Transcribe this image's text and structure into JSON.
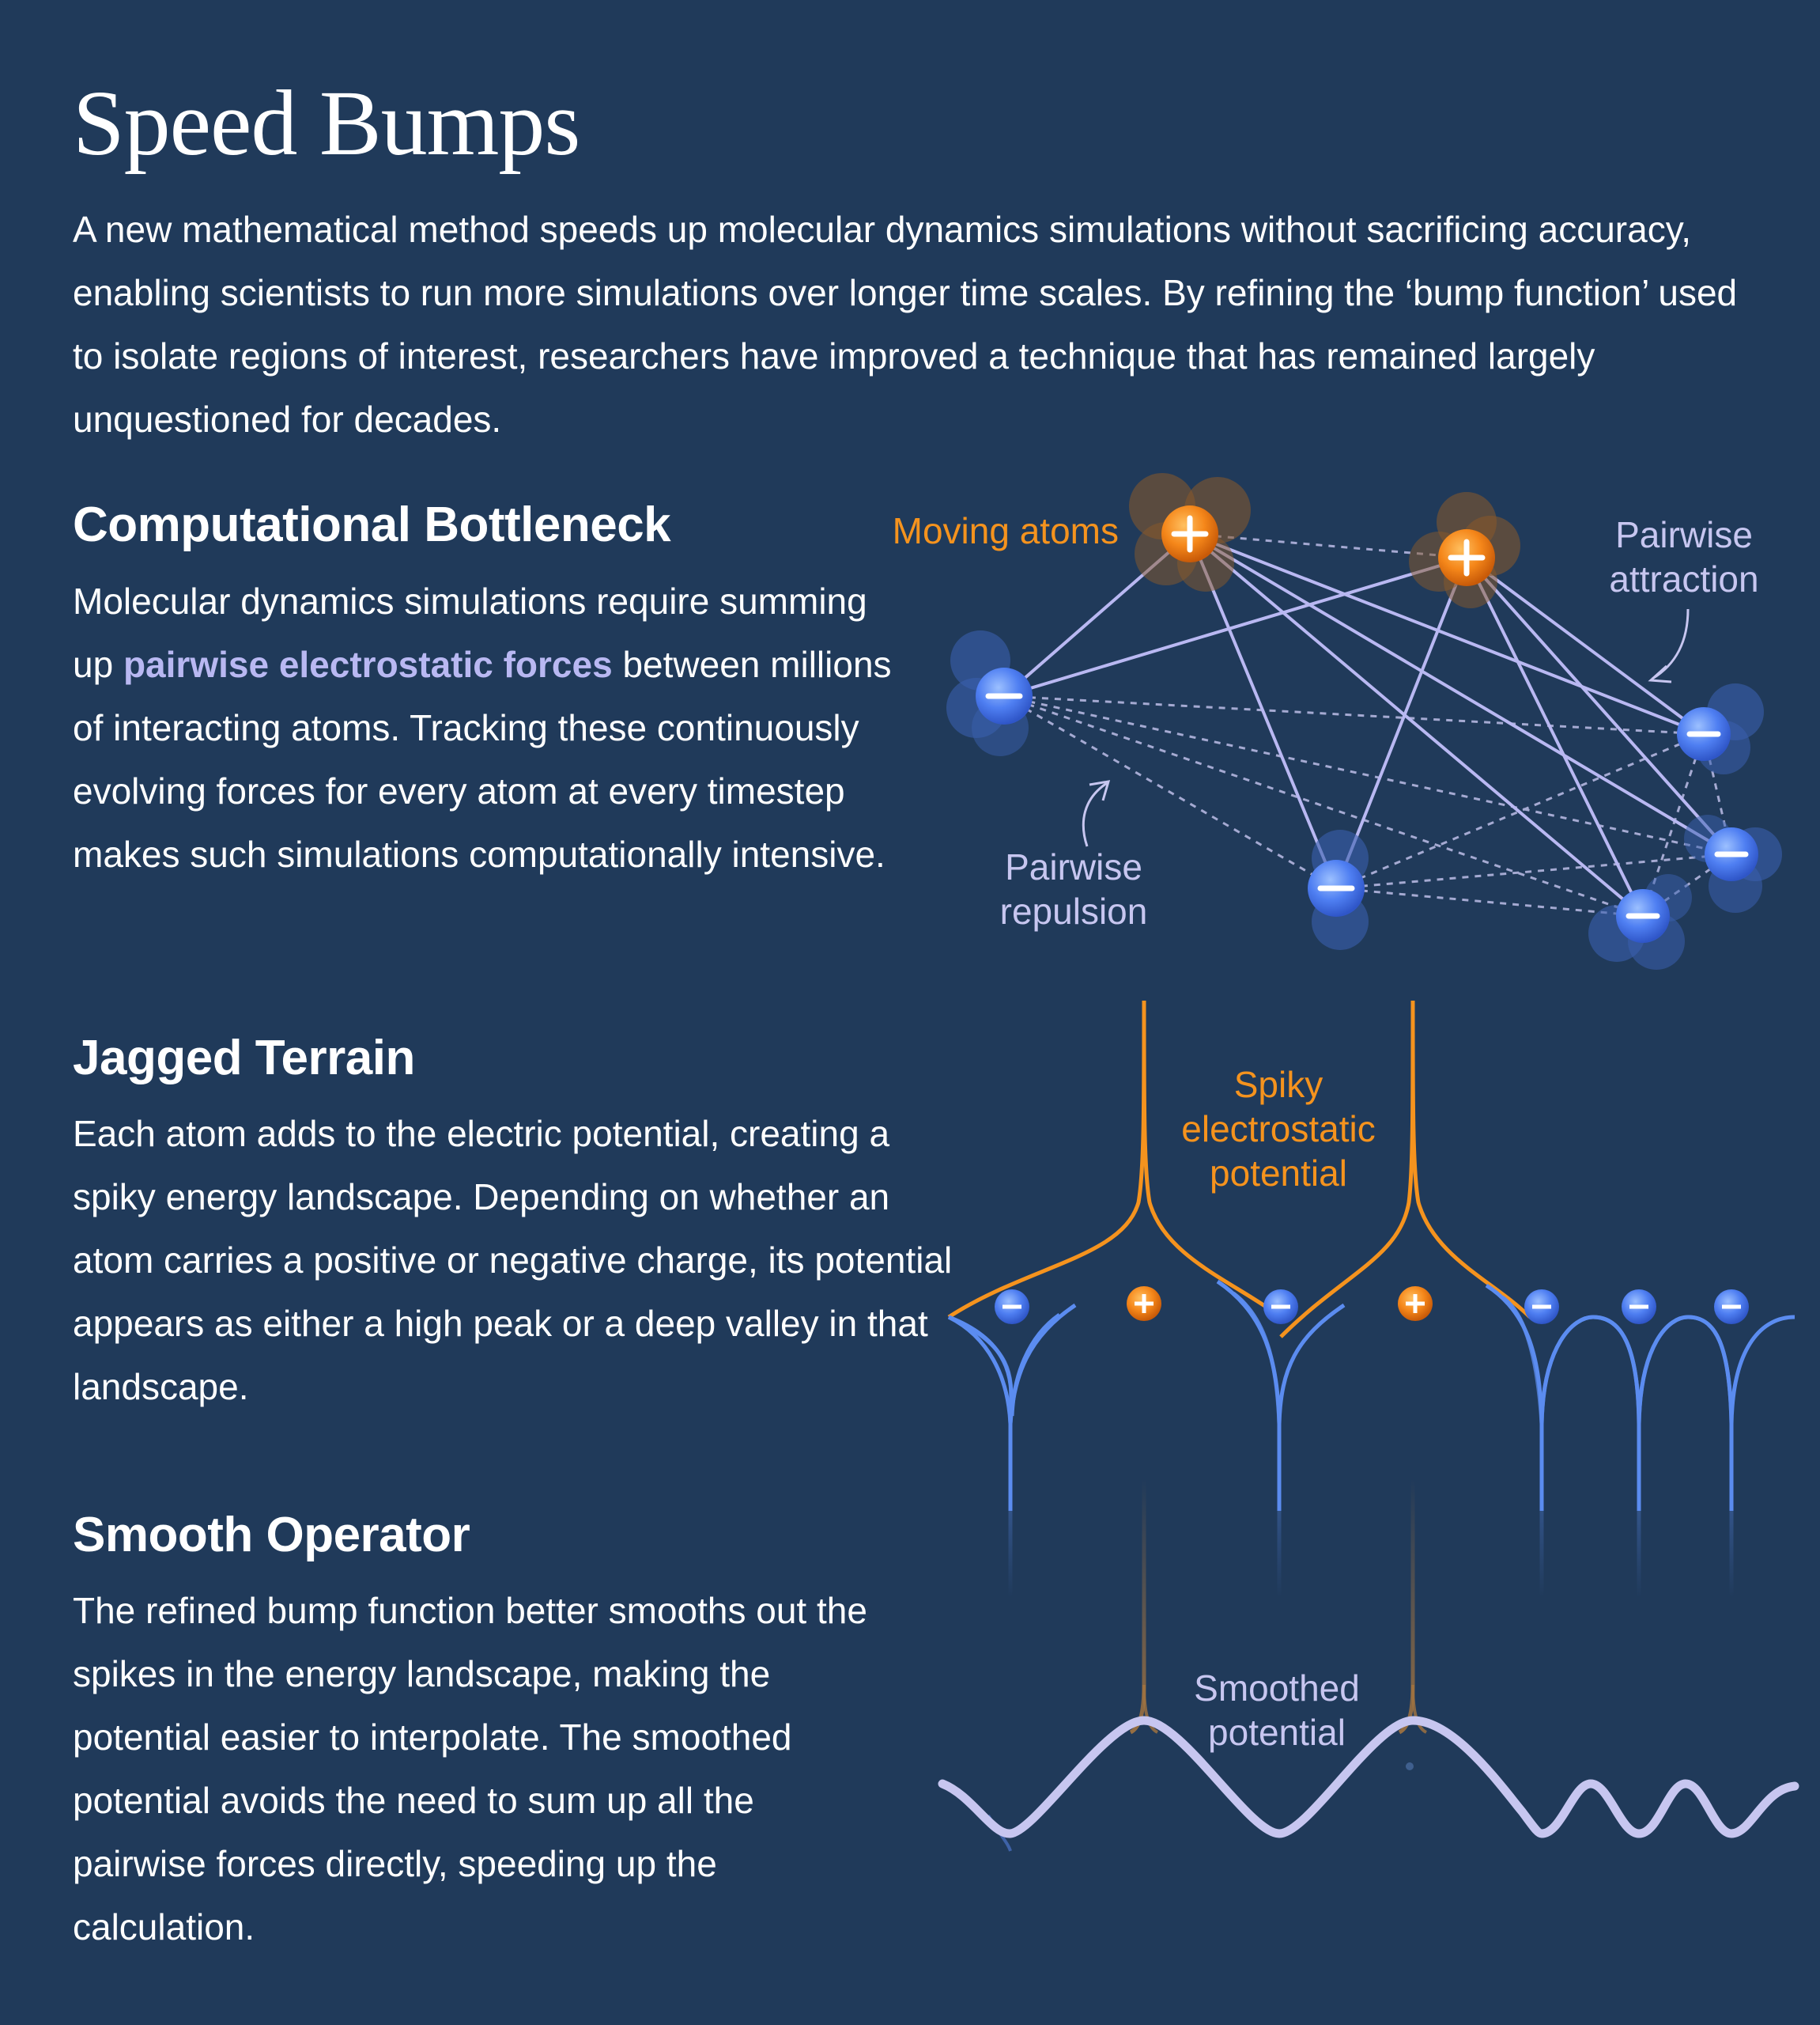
{
  "title": "Speed Bumps",
  "intro": "A new mathematical method speeds up molecular dynamics simulations without sacrificing accuracy, enabling scientists to run more simulations over longer time scales. By refining the ‘bump function’ used to isolate regions of interest, researchers have improved a technique that has remained largely unquestioned for decades.",
  "sections": [
    {
      "heading": "Computational Bottleneck",
      "text_before": "Molecular dynamics simulations require summing up ",
      "highlight": "pairwise electrostatic forces",
      "text_after": " between millions of interacting atoms. Tracking these continuously evolving forces for every atom at every timestep makes such simulations computationally intensive."
    },
    {
      "heading": "Jagged Terrain",
      "text": "Each atom adds to the electric potential, creating a spiky energy landscape. Depending on whether an atom carries a positive or negative charge, its potential appears as either a high peak or a deep valley in that landscape."
    },
    {
      "heading": "Smooth Operator",
      "text": "The refined bump function better smooths out the spikes in the energy landscape, making the potential easier to interpolate. The smoothed potential avoids the need to sum up all the pairwise forces directly, speeding up the calculation."
    }
  ],
  "diagram_labels": {
    "moving_atoms": "Moving atoms",
    "pairwise_attraction": [
      "Pairwise",
      "attraction"
    ],
    "pairwise_repulsion": [
      "Pairwise",
      "repulsion"
    ],
    "spiky_potential": [
      "Spiky",
      "electrostatic",
      "potential"
    ],
    "smoothed_potential": [
      "Smoothed",
      "potential"
    ]
  },
  "colors": {
    "background": "#203a5a",
    "positive": "#f5931e",
    "negative": "#4d7ef0",
    "lavender": "#c7c6f0"
  },
  "icons": {
    "positive_atom": "plus-charge-icon",
    "negative_atom": "minus-charge-icon"
  }
}
